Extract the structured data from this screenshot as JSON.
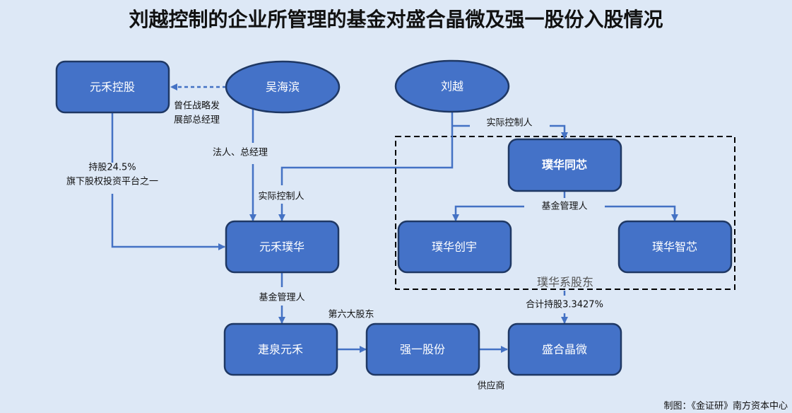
{
  "title": "刘越控制的企业所管理的基金对盛合晶微及强一股份入股情况",
  "colors": {
    "background": "#dde8f6",
    "node_fill": "#4472c8",
    "node_stroke": "#1f3864",
    "connector": "#4472c4",
    "group_border": "#000000"
  },
  "nodes": {
    "yuanhe_holding": "元禾控股",
    "wu_haibin": "吴海滨",
    "liu_yue": "刘越",
    "puhua_tongxin": "璞华同芯",
    "puhua_chuangyu": "璞华创宇",
    "puhua_zhixin": "璞华智芯",
    "yuanhe_puhua": "元禾璞华",
    "jianquan_yuanhe": "疌泉元禾",
    "qiangyi": "强一股份",
    "shenghe": "盛合晶微"
  },
  "group": {
    "label": "璞华系股东"
  },
  "edges": {
    "former_post": "曾任战略发展部总经理",
    "former_post_line1": "曾任战略发",
    "former_post_line2": "展部总经理",
    "legal_rep": "法人、总经理",
    "stake_line1": "持股24.5%",
    "stake_line2": "旗下股权投资平台之一",
    "actual_controller_left": "实际控制人",
    "actual_controller_right": "实际控制人",
    "fund_manager_top": "基金管理人",
    "fund_manager_left": "基金管理人",
    "sixth_shareholder": "第六大股东",
    "total_stake": "合计持股3.3427%",
    "supplier": "供应商"
  },
  "credit": "制图：《金证研》南方资本中心"
}
